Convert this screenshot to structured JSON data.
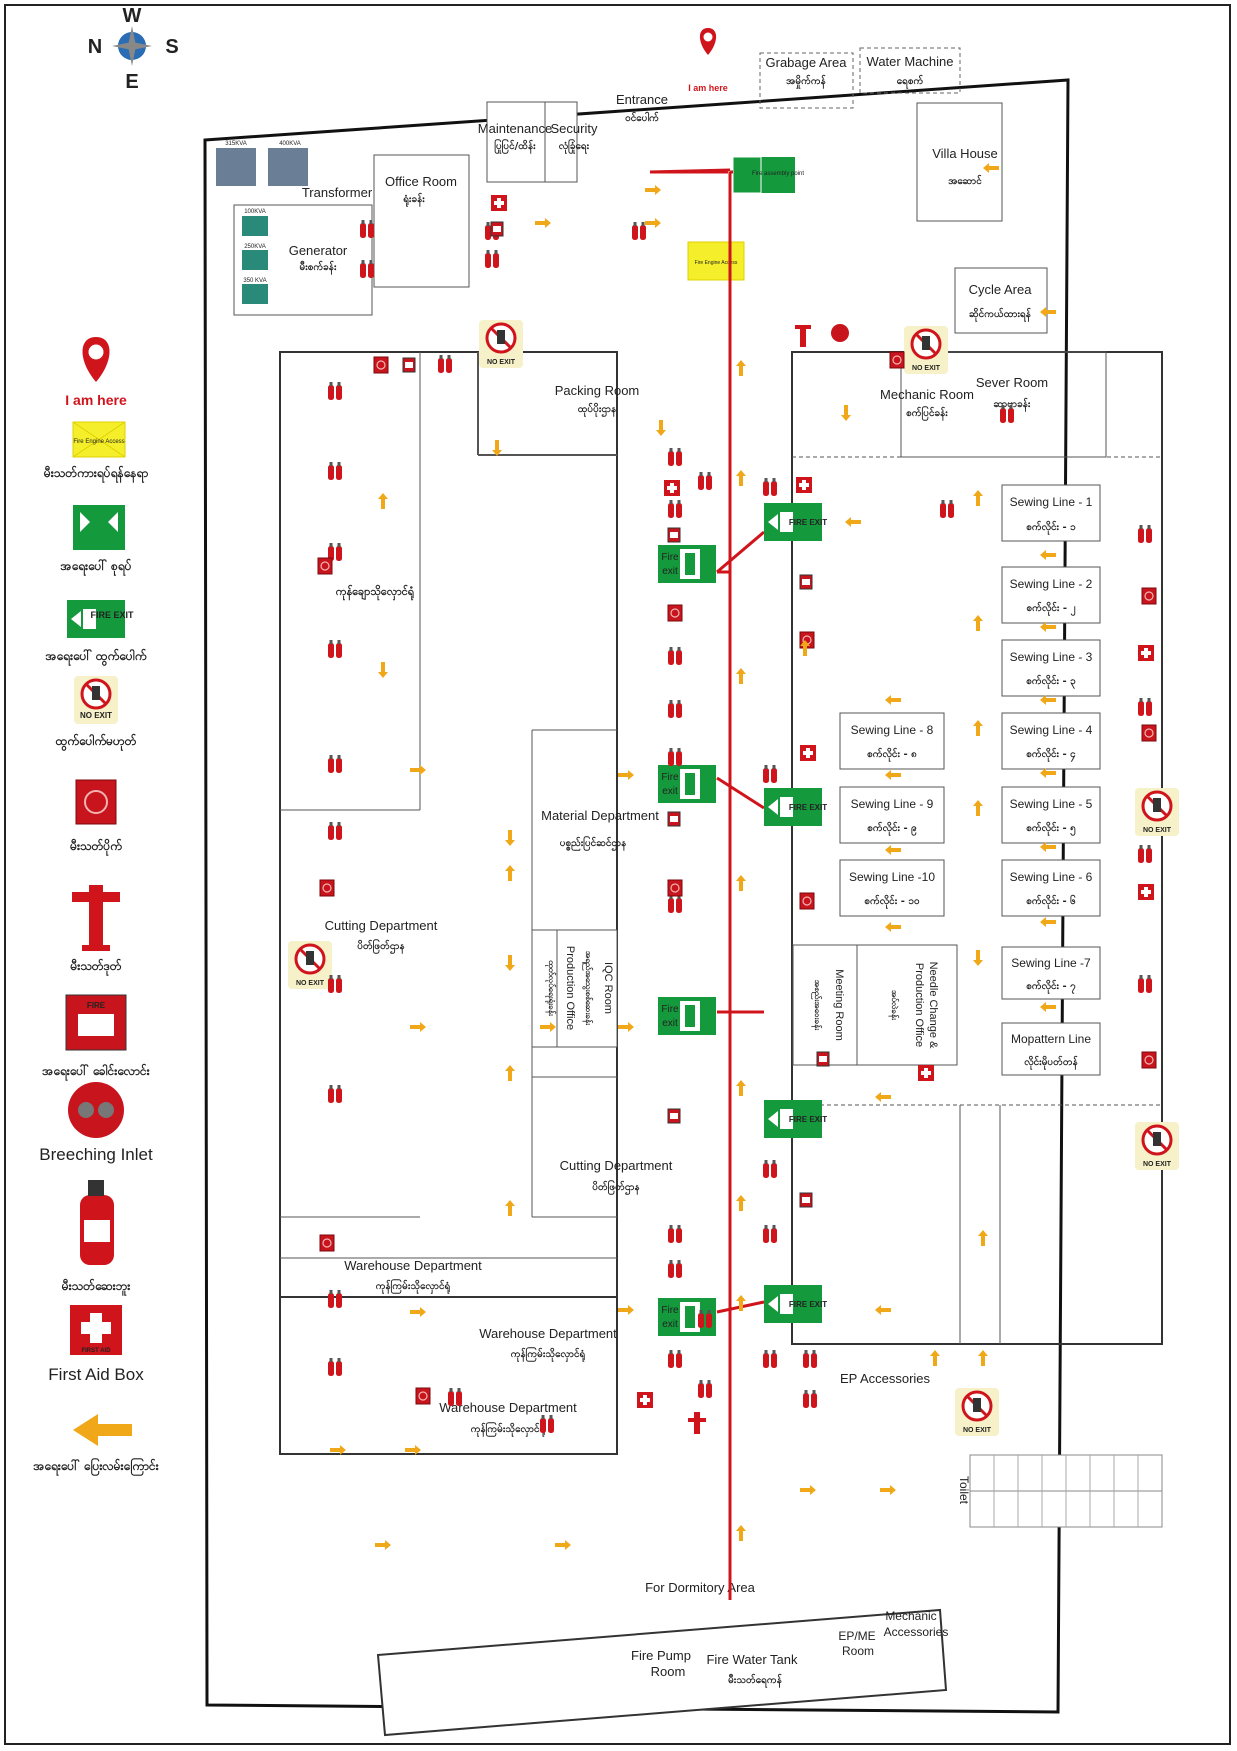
{
  "compass": {
    "n": "N",
    "s": "S",
    "w": "W",
    "e": "E"
  },
  "legend": {
    "i_am_here": "I am here",
    "fire_engine_access_icon_text": "Fire Engine Access",
    "fire_engine_access": "မီးသတ်ကားရပ်ရန်နေရာ",
    "assembly_point": "အရေးပေါ် စုရပ်",
    "fire_exit": "အရေးပေါ် ထွက်ပေါက်",
    "no_exit": "ထွက်ပေါက်မဟုတ်",
    "fire_hose_box": "မီးသတ်ပိုက်",
    "hydrant": "မီးသတ်ဒုတ်",
    "alarm": "အရေးပေါ် ခေါင်းလောင်း",
    "breeching_inlet": "Breeching Inlet",
    "extinguisher": "မီးသတ်ဆေးဘူး",
    "first_aid_box": "First Aid Box",
    "first_aid_icon_text": "FIRST AID",
    "evacuation_route": "အရေးပေါ် ပြေးလမ်းကြောင်း"
  },
  "signs": {
    "fire_exit": "FIRE EXIT",
    "fire_exit_a": "Fire",
    "fire_exit_b": "exit",
    "no_exit": "NO EXIT",
    "assembly": "Fire assembly point",
    "fire_engine": "Fire Engine Access",
    "fire_alarm": "FIRE"
  },
  "rooms": {
    "entrance": "Entrance",
    "entrance_mm": "ဝင်ပေါက်",
    "i_am_here": "I am here",
    "garbage": "Grabage Area",
    "garbage_mm": "အမှိုက်ကန်",
    "water_machine": "Water Machine",
    "water_machine_mm": "ရေစက်",
    "maintenance": "Maintenance",
    "maintenance_mm": "ပြုပြင်/ထိန်း",
    "security": "Security",
    "security_mm": "လုံခြုံရေး",
    "villa": "Villa House",
    "villa_mm": "အဆောင်",
    "transformer": "Transformer",
    "kva_315": "315KVA",
    "kva_400": "400KVA",
    "kva_100": "100KVA",
    "kva_250": "250KVA",
    "kva_350": "350 KVA",
    "generator": "Generator",
    "generator_mm": "မီးစက်ခန်း",
    "office": "Office Room",
    "office_mm": "ရုံးခန်း",
    "cycle": "Cycle Area",
    "cycle_mm": "ဆိုင်ကယ်ထားရန်",
    "packing": "Packing Room",
    "packing_mm": "ထုပ်ပိုးဌာန",
    "mechanic": "Mechanic Room",
    "mechanic_mm": "စက်ပြင်ခန်း",
    "sever": "Sever Room",
    "sever_mm": "ဆာဗာခန်း",
    "finishing_mm": "ကုန်ချောသိုလှောင်ရုံ",
    "cutting_1": "Cutting Department",
    "cutting_1_mm": "ပိတ်ဖြတ်ဌာန",
    "material": "Material Department",
    "material_mm": "ပစ္စည်းပြင်ဆင်ဌာန",
    "production_office": "Production Office",
    "production_office_mm": "ထုတ်လုပ်ရေးရုံးခန်း",
    "iqc": "IQC Room",
    "iqc_mm": "အရည်အသွေးစစ်ဆေးခန်း",
    "meeting": "Meeting Room",
    "meeting_mm": "အစည်းအဝေးခန်း",
    "needle": "Needle Change &",
    "needle_b": "Production Office",
    "needle_mm": "အပ်လဲခန်း",
    "cutting_2": "Cutting Department",
    "cutting_2_mm": "ပိတ်ဖြတ်ဌာန",
    "warehouse_1": "Warehouse Department",
    "warehouse_1_mm": "ကုန်ကြမ်းသိုလှောင်ရုံ",
    "warehouse_2": "Warehouse Department",
    "warehouse_2_mm": "ကုန်ကြမ်းသိုလှောင်ရုံ",
    "warehouse_3": "Warehouse Department",
    "warehouse_3_mm": "ကုန်ကြမ်းသိုလှောင်ရုံ",
    "ep_accessories": "EP Accessories",
    "toilet": "Toilet",
    "dormitory": "For Dormitory Area",
    "fire_pump_a": "Fire Pump",
    "fire_pump_b": "Room",
    "fire_water_tank": "Fire Water Tank",
    "fire_water_tank_mm": "မီးသတ်ရေကန်",
    "ep_me_a": "EP/ME",
    "ep_me_b": "Room",
    "mech_acc_a": "Mechanic",
    "mech_acc_b": "Accessories"
  },
  "sewing_lines": [
    {
      "name": "Sewing Line - 1",
      "mm": "စက်လိုင်း - ၁"
    },
    {
      "name": "Sewing Line - 2",
      "mm": "စက်လိုင်း - ၂"
    },
    {
      "name": "Sewing Line - 3",
      "mm": "စက်လိုင်း - ၃"
    },
    {
      "name": "Sewing Line - 4",
      "mm": "စက်လိုင်း - ၄"
    },
    {
      "name": "Sewing Line - 5",
      "mm": "စက်လိုင်း - ၅"
    },
    {
      "name": "Sewing Line - 6",
      "mm": "စက်လိုင်း - ၆"
    },
    {
      "name": "Sewing Line -7",
      "mm": "စက်လိုင်း - ၇"
    },
    {
      "name": "Sewing Line - 8",
      "mm": "စက်လိုင်း - ၈"
    },
    {
      "name": "Sewing Line - 9",
      "mm": "စက်လိုင်း - ၉"
    },
    {
      "name": "Sewing Line -10",
      "mm": "စက်လိုင်း - ၁၀"
    },
    {
      "name": "Mopattern Line",
      "mm": "လိုင်းမိုပတ်တန်"
    }
  ],
  "colors": {
    "red": "#d0141c",
    "green": "#149a3c",
    "orange": "#f0a818",
    "yellow": "#f5ee2a",
    "blue": "#2a6db5"
  }
}
